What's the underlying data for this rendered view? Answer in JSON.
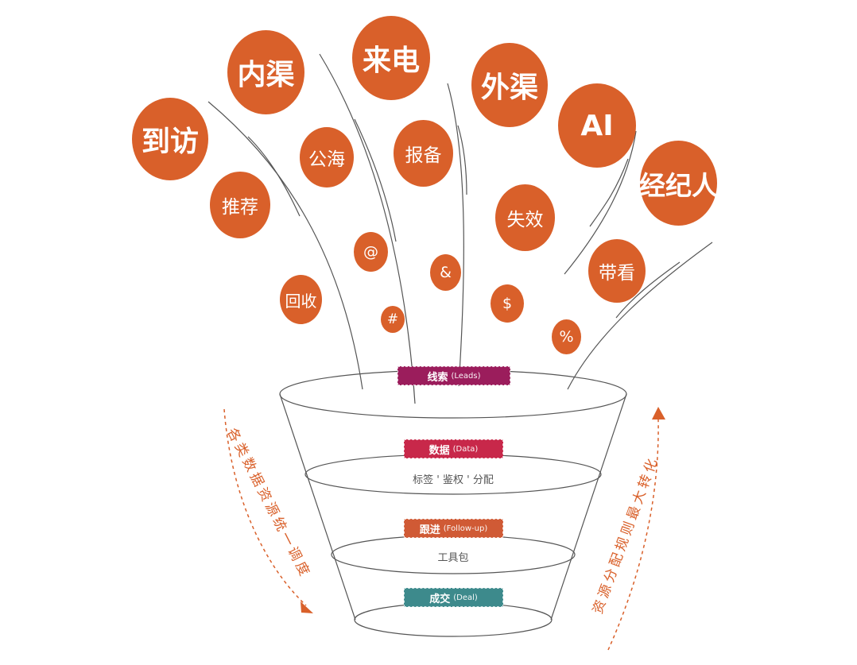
{
  "bubbles": {
    "daofang": "到访",
    "neiqu": "内渠",
    "laidian": "来电",
    "waiqu": "外渠",
    "ai": "AI",
    "jingjiren": "经纪人",
    "tuijian": "推荐",
    "gonghai": "公海",
    "baobei": "报备",
    "shixiao": "失效",
    "daikan": "带看",
    "huishou": "回收",
    "at": "@",
    "hash": "#",
    "amp": "&",
    "dollar": "$",
    "percent": "%"
  },
  "funnel": {
    "leads": {
      "cn": "线索",
      "en": "(Leads)",
      "color": "#9b1d5c"
    },
    "data": {
      "cn": "数据",
      "en": "(Data)",
      "color": "#c8284a",
      "sub": "标签 ' 鉴权 ' 分配"
    },
    "followup": {
      "cn": "跟进",
      "en": "(Follow-up)",
      "color": "#d05a35",
      "sub": "工具包"
    },
    "deal": {
      "cn": "成交",
      "en": "(Deal)",
      "color": "#3d8a8c"
    }
  },
  "side": {
    "left": "各类数据资源统一调度",
    "right": "资源分配规则最大转化"
  },
  "colors": {
    "accent": "#d9602a",
    "outline": "#555555"
  }
}
